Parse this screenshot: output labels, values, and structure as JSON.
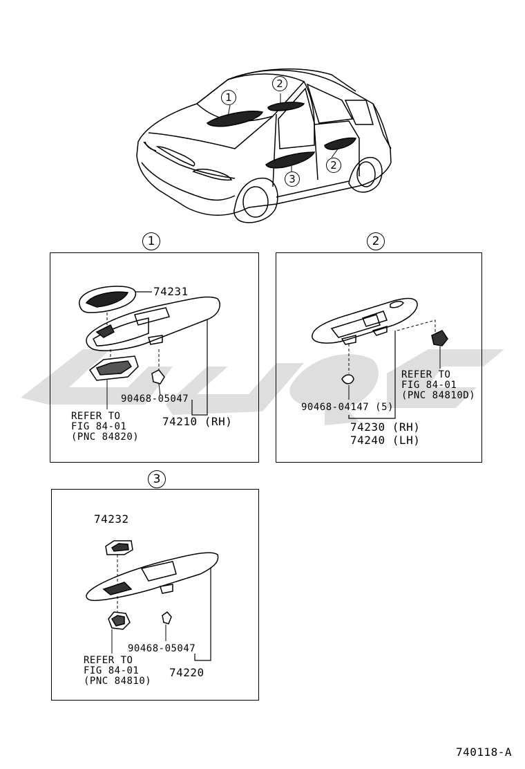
{
  "callouts": {
    "one": "1",
    "two": "2",
    "three": "3"
  },
  "panel1": {
    "part_74231": "74231",
    "clip": "90468-05047",
    "assembly": "74210 (RH)",
    "refer": [
      "REFER TO",
      "FIG 84-01",
      "(PNC 84820)"
    ]
  },
  "panel2": {
    "clip": "90468-04147 (5)",
    "assembly_rh": "74230 (RH)",
    "assembly_lh": "74240 (LH)",
    "refer": [
      "REFER TO",
      "FIG 84-01",
      "(PNC 84810D)"
    ]
  },
  "panel3": {
    "part_74232": "74232",
    "clip": "90468-05047",
    "assembly": "74220",
    "refer": [
      "REFER TO",
      "FIG 84-01",
      "(PNC 84810)"
    ]
  },
  "figure_code": "740118-A",
  "watermark_color": "#d9d9d9"
}
